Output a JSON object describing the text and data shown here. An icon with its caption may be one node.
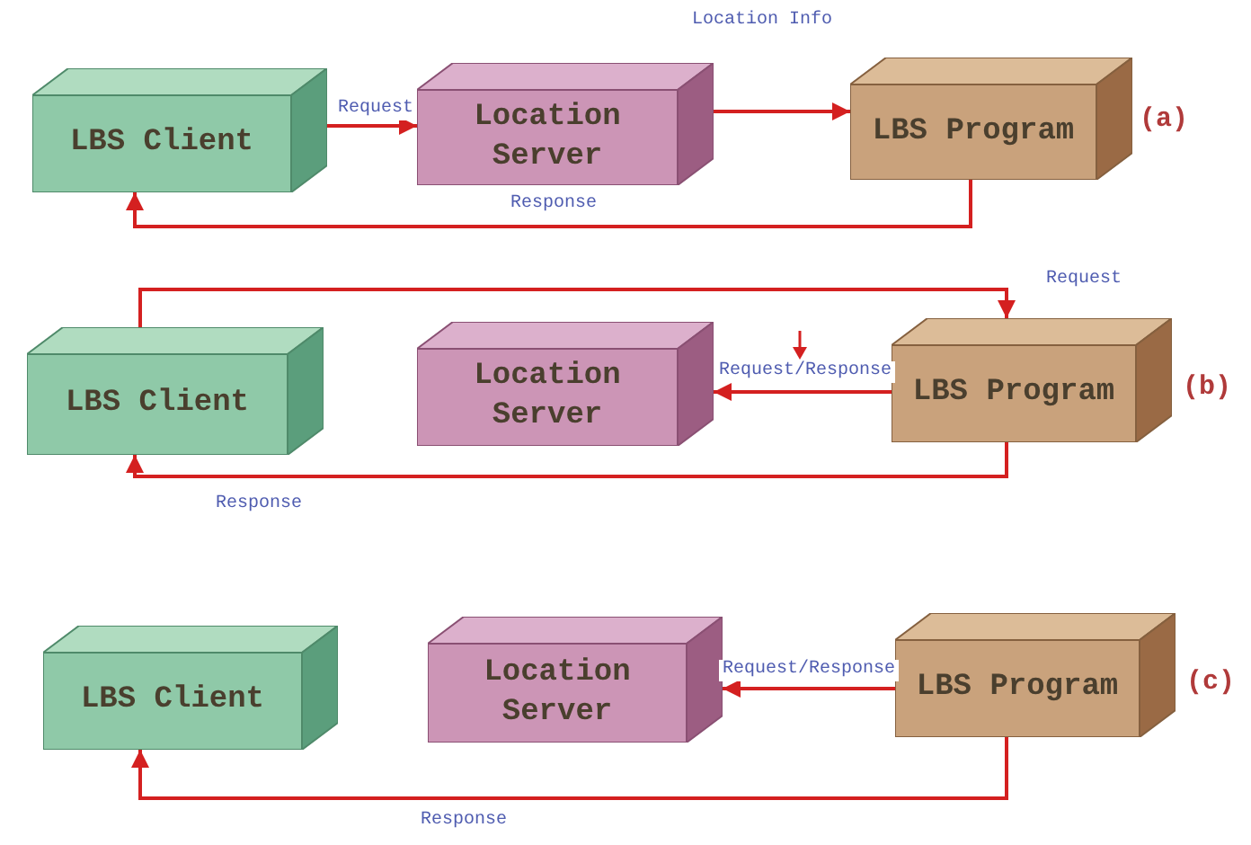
{
  "diagram": {
    "nodes": [
      {
        "text": [
          "LBS Client"
        ]
      },
      {
        "text": [
          "Location Server"
        ]
      },
      {
        "text": [
          "LBS Program"
        ]
      },
      {
        "text": [
          "LBS Client"
        ]
      },
      {
        "text": [
          "Location Server"
        ]
      },
      {
        "text": [
          "LBS Program"
        ]
      },
      {
        "text": [
          "LBS Client"
        ]
      },
      {
        "text": [
          "Location Server"
        ]
      },
      {
        "text": [
          "LBS Program"
        ]
      }
    ],
    "edges": [
      {
        "from": 0,
        "to": 1,
        "arrow": "to",
        "label": "Request"
      },
      {
        "from": 1,
        "to": 2,
        "arrow": "to",
        "label": "Location Info"
      },
      {
        "from": 2,
        "to": 0,
        "arrow": "to",
        "label": "Response"
      },
      {
        "from": 3,
        "to": 5,
        "arrow": "to",
        "label": "Request"
      },
      {
        "from": 5,
        "to": 4,
        "arrow": "to",
        "label": "Request/Response"
      },
      {
        "from": 5,
        "to": 3,
        "arrow": "to",
        "label": "Response"
      },
      {
        "from": 8,
        "to": 7,
        "arrow": "to",
        "label": "Request/Response"
      },
      {
        "from": 8,
        "to": 6,
        "arrow": "to",
        "label": "Response"
      }
    ],
    "labels": [
      "(a)",
      "(b)",
      "(c)"
    ]
  }
}
